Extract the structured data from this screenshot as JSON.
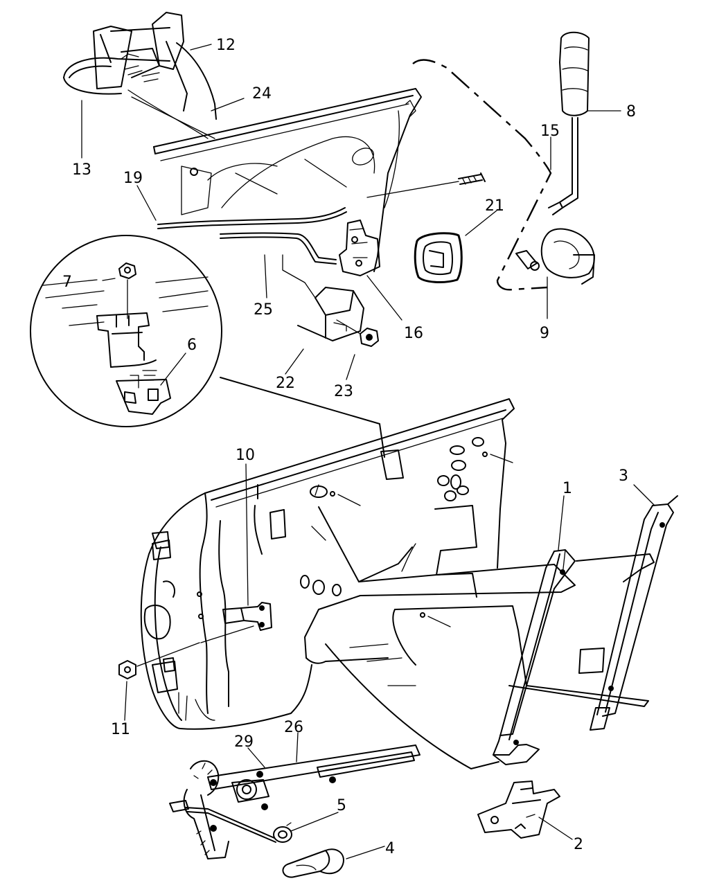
{
  "callouts": [
    {
      "id": "c1",
      "label": "1"
    },
    {
      "id": "c2",
      "label": "2"
    },
    {
      "id": "c3",
      "label": "3"
    },
    {
      "id": "c4",
      "label": "4"
    },
    {
      "id": "c5",
      "label": "5"
    },
    {
      "id": "c6",
      "label": "6"
    },
    {
      "id": "c7",
      "label": "7"
    },
    {
      "id": "c8",
      "label": "8"
    },
    {
      "id": "c9",
      "label": "9"
    },
    {
      "id": "c10",
      "label": "10"
    },
    {
      "id": "c11",
      "label": "11"
    },
    {
      "id": "c12",
      "label": "12"
    },
    {
      "id": "c13",
      "label": "13"
    },
    {
      "id": "c15",
      "label": "15"
    },
    {
      "id": "c16",
      "label": "16"
    },
    {
      "id": "c19",
      "label": "19"
    },
    {
      "id": "c21",
      "label": "21"
    },
    {
      "id": "c22",
      "label": "22"
    },
    {
      "id": "c23",
      "label": "23"
    },
    {
      "id": "c24",
      "label": "24"
    },
    {
      "id": "c25",
      "label": "25"
    },
    {
      "id": "c26",
      "label": "26"
    },
    {
      "id": "c29",
      "label": "29"
    }
  ]
}
